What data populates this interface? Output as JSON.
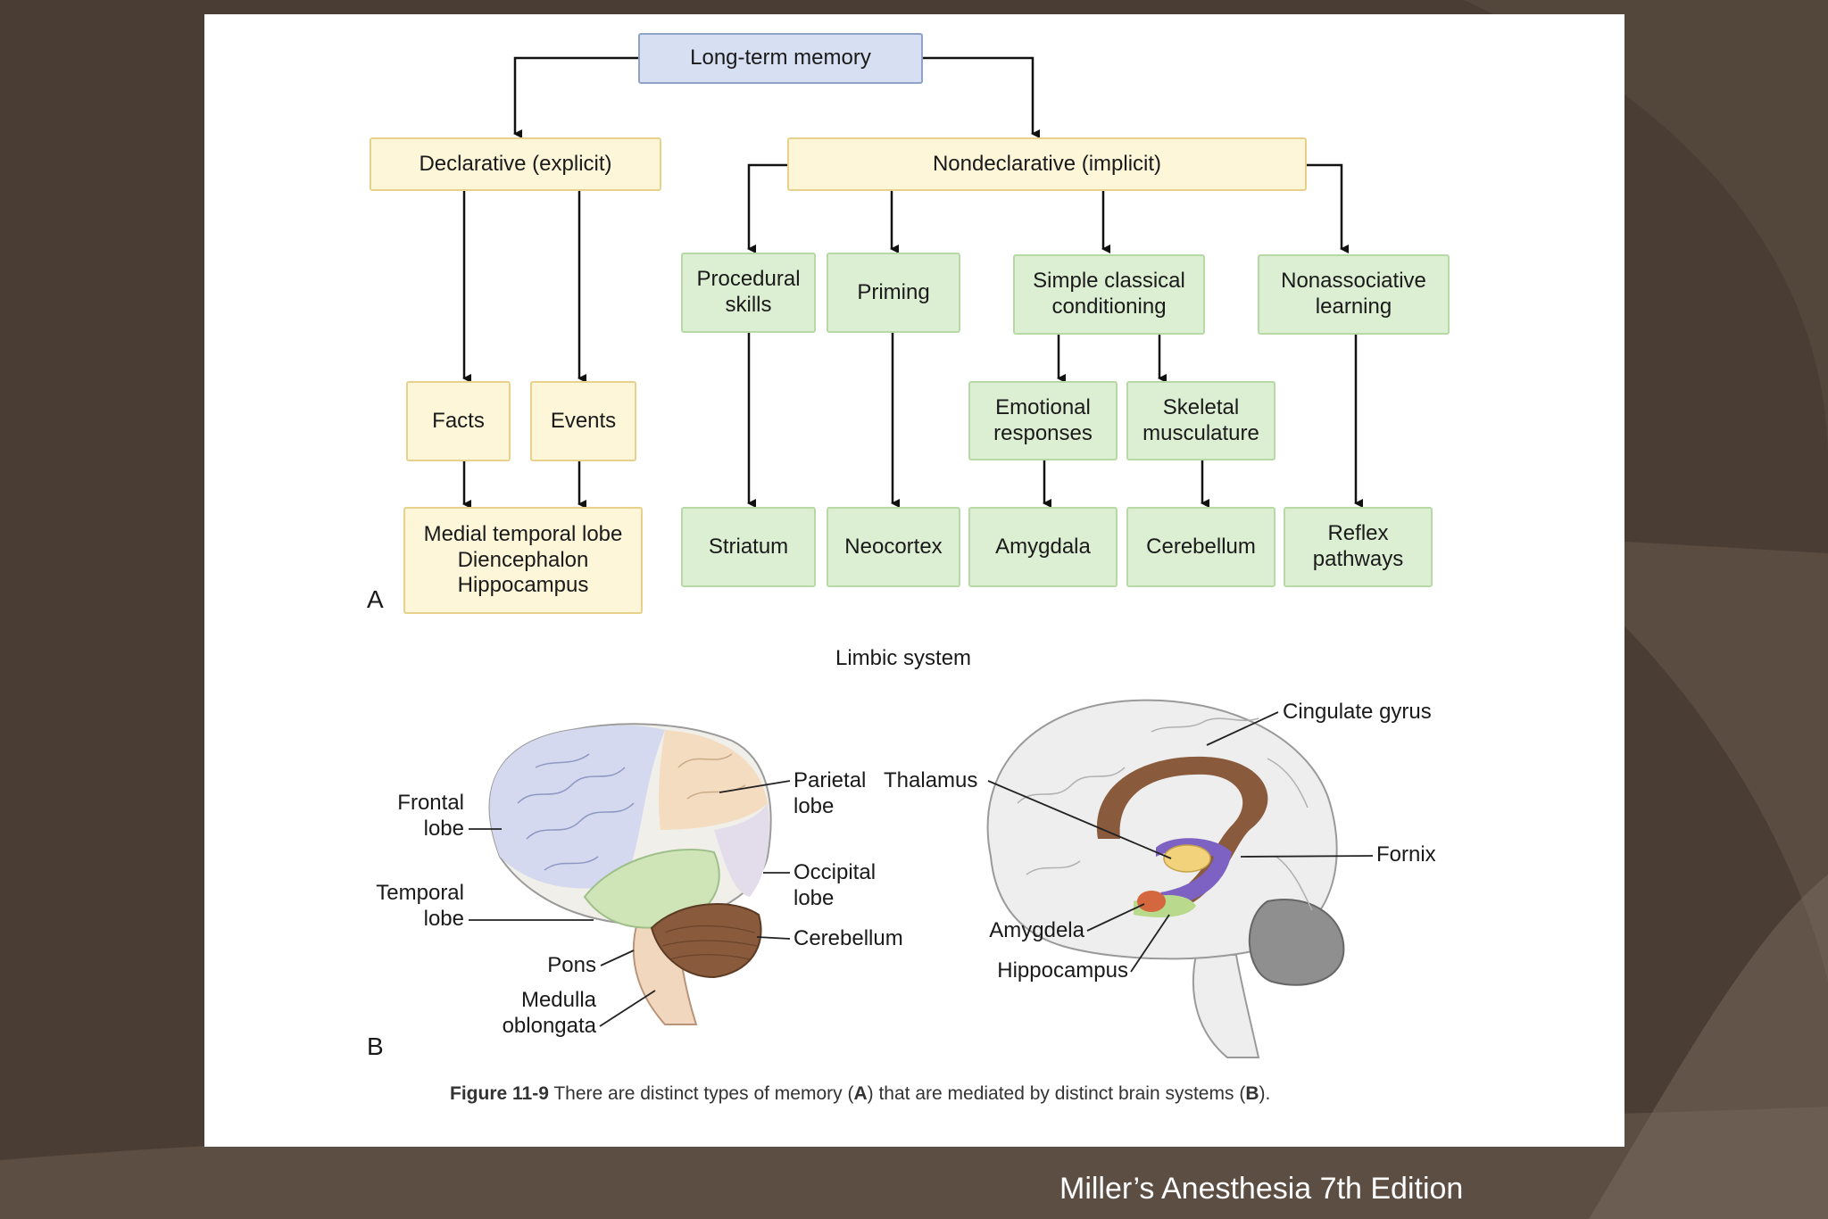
{
  "diagram": {
    "root": "Long-term memory",
    "declarative": "Declarative (explicit)",
    "nondeclarative": "Nondeclarative (implicit)",
    "facts": "Facts",
    "events": "Events",
    "medial": "Medial temporal lobe\nDiencephalon\nHippocampus",
    "procedural": "Procedural\nskills",
    "priming": "Priming",
    "classical": "Simple classical\nconditioning",
    "nonassociative": "Nonassociative\nlearning",
    "emotional": "Emotional\nresponses",
    "skeletal": "Skeletal\nmusculature",
    "striatum": "Striatum",
    "neocortex": "Neocortex",
    "amygdala": "Amygdala",
    "cerebellum": "Cerebellum",
    "reflex": "Reflex\npathways",
    "label_a": "A",
    "label_b": "B"
  },
  "brain": {
    "limbic_title": "Limbic system",
    "frontal": "Frontal\nlobe",
    "parietal": "Parietal\nlobe",
    "temporal": "Temporal\nlobe",
    "occipital": "Occipital\nlobe",
    "cerebellum": "Cerebellum",
    "pons": "Pons",
    "medulla": "Medulla\noblongata",
    "thalamus": "Thalamus",
    "cingulate": "Cingulate gyrus",
    "fornix": "Fornix",
    "amygdela": "Amygdela",
    "hippocampus": "Hippocampus"
  },
  "caption": {
    "figure": "Figure 11-9",
    "text_1": " There are distinct types of memory (",
    "bold_a": "A",
    "text_2": ") that are mediated by distinct brain systems (",
    "bold_b": "B",
    "text_3": ")."
  },
  "source": "Miller’s Anesthesia 7th Edition",
  "colors": {
    "background": "#4a3d33",
    "blue_box": "#d6e0f2",
    "yellow_box": "#fdf6d8",
    "green_box": "#dcefd2"
  }
}
